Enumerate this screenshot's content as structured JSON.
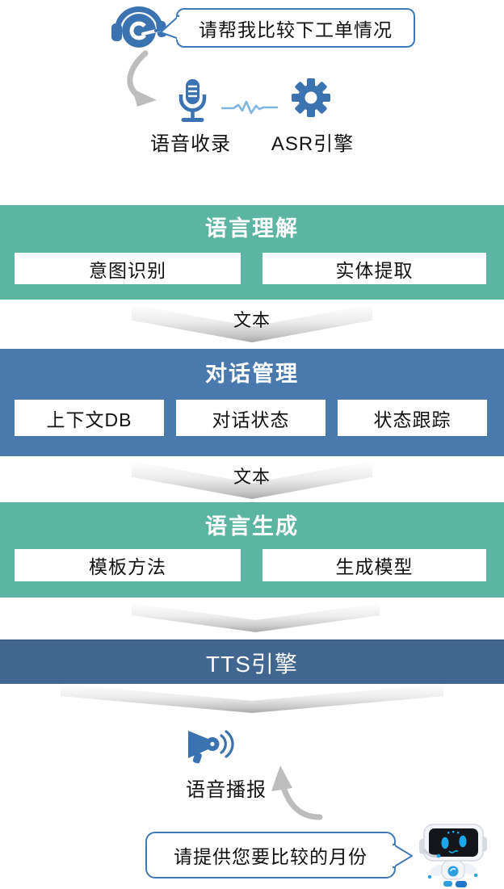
{
  "top": {
    "user_bubble_text": "请帮我比较下工单情况",
    "voice_capture_label": "语音收录",
    "asr_label": "ASR引擎"
  },
  "blocks": {
    "nlu": {
      "title": "语言理解",
      "boxes": [
        "意图识别",
        "实体提取"
      ]
    },
    "dm": {
      "title": "对话管理",
      "boxes": [
        "上下文DB",
        "对话状态",
        "状态跟踪"
      ]
    },
    "nlg": {
      "title": "语言生成",
      "boxes": [
        "模板方法",
        "生成模型"
      ]
    },
    "tts": {
      "title": "TTS引擎"
    }
  },
  "connectors": [
    {
      "label": "文本"
    },
    {
      "label": "文本"
    },
    {
      "label": ""
    },
    {
      "label": ""
    }
  ],
  "bottom": {
    "broadcast_label": "语音播报",
    "bot_bubble_text": "请提供您要比较的月份"
  },
  "icons": {
    "headset": "headset-agent-icon",
    "microphone": "microphone-icon",
    "waveform": "audio-waveform-icon",
    "gear": "gear-icon",
    "megaphone": "megaphone-icon",
    "robot": "robot-icon"
  },
  "colors": {
    "accent_blue": "#3b72b0",
    "bubble_border": "#3e7ab8",
    "teal_block": "#5cb4a2",
    "blue_block": "#4a7aad",
    "tts_bar": "#41668f",
    "arrow_gray": "#bdbdbd",
    "waveform_blue": "#7fb6de"
  }
}
